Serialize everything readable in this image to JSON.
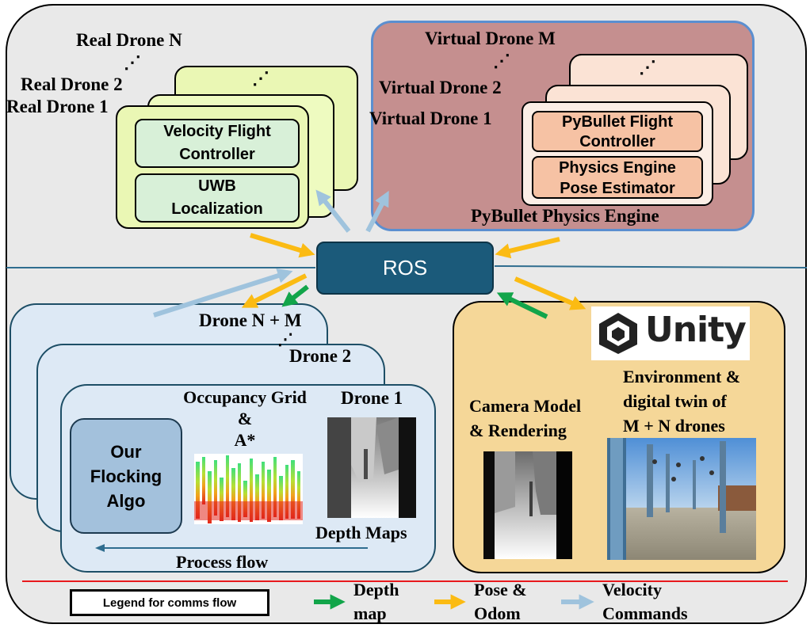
{
  "real_drones": {
    "label_n": "Real Drone N",
    "label_2": "Real Drone 2",
    "label_1": "Real Drone 1",
    "dots": "⋰",
    "block_1_line1": "Velocity Flight",
    "block_1_line2": "Controller",
    "block_2_line1": "UWB",
    "block_2_line2": "Localization"
  },
  "virtual_drones": {
    "label_m": "Virtual Drone M",
    "label_2": "Virtual Drone 2",
    "label_1": "Virtual Drone 1",
    "dots": "⋰",
    "block_1_line1": "PyBullet Flight",
    "block_1_line2": "Controller",
    "block_2_line1": "Physics Engine",
    "block_2_line2": "Pose Estimator",
    "engine_label": "PyBullet Physics Engine"
  },
  "ros": {
    "label": "ROS"
  },
  "onboard": {
    "label_nm": "Drone N + M",
    "label_2": "Drone 2",
    "label_1": "Drone 1",
    "dots": "⋰",
    "flocking_line1": "Our",
    "flocking_line2": "Flocking",
    "flocking_line3": "Algo",
    "occupancy_line1": "Occupancy Grid",
    "occupancy_line2": "&",
    "occupancy_line3": "A*",
    "depth_maps": "Depth Maps",
    "process_flow": "Process flow"
  },
  "unity": {
    "logo_text": "Unity",
    "camera_line1": "Camera Model",
    "camera_line2": "& Rendering",
    "env_line1": "Environment &",
    "env_line2": "digital twin of",
    "env_line3": "M + N drones"
  },
  "legend": {
    "title": "Legend for comms flow",
    "depth_line1": "Depth",
    "depth_line2": "map",
    "pose_line1": "Pose &",
    "pose_line2": "Odom",
    "velocity_line1": "Velocity",
    "velocity_line2": "Commands"
  },
  "colors": {
    "depth_arrow": "#12a54a",
    "pose_arrow": "#fbbb13",
    "velocity_arrow": "#9fc3dd",
    "separator_blue": "#2f6d8f",
    "separator_red": "#e8191d"
  }
}
